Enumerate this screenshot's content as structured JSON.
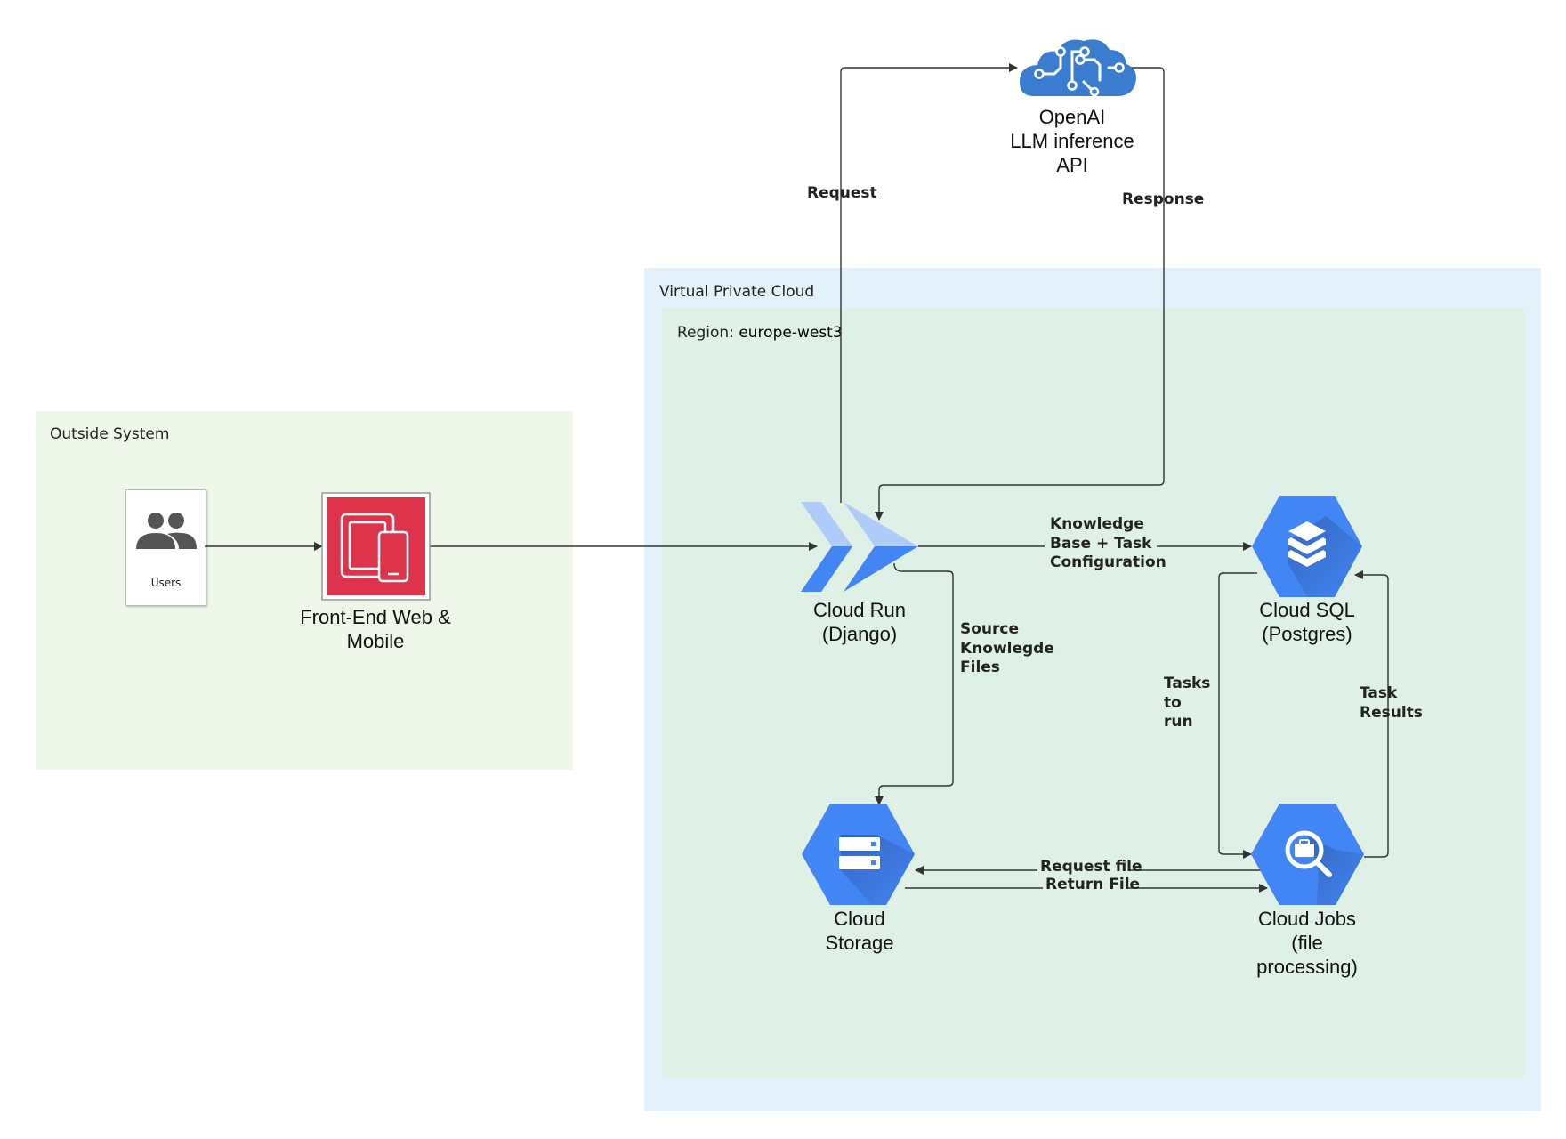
{
  "zones": {
    "outside": {
      "label": "Outside System",
      "color": "#eff6ea"
    },
    "vpc": {
      "label": "Virtual Private Cloud",
      "color": "#e3f1fb"
    },
    "region": {
      "label_prefix": "Region: ",
      "label_value": "europe-west3",
      "color": "#dff0e7"
    }
  },
  "nodes": {
    "users": {
      "label": "Users",
      "icon": "users-icon"
    },
    "frontend": {
      "line1": "Front-End Web &",
      "line2": "Mobile",
      "icon": "tablet-phone-icon",
      "color": "#dd344c"
    },
    "openai": {
      "line1": "OpenAI",
      "line2": "LLM inference",
      "line3": "API",
      "icon": "brain-circuit-cloud-icon",
      "color": "#3a7cd0"
    },
    "cloudrun": {
      "line1": "Cloud Run",
      "line2": "(Django)",
      "icon": "cloud-run-icon"
    },
    "cloudsql": {
      "line1": "Cloud SQL",
      "line2": "(Postgres)",
      "icon": "cloud-sql-icon"
    },
    "storage": {
      "line1": "Cloud",
      "line2": "Storage",
      "icon": "cloud-storage-icon"
    },
    "jobs": {
      "line1": "Cloud Jobs",
      "line2": "(file",
      "line3": "processing)",
      "icon": "cloud-jobs-icon"
    }
  },
  "edges": {
    "request": "Request",
    "response": "Response",
    "kb_config": {
      "line1": "Knowledge",
      "line2": "Base + Task",
      "line3": "Configuration"
    },
    "source_files": {
      "line1": "Source",
      "line2": "Knowlegde",
      "line3": "Files"
    },
    "tasks_to_run": {
      "line1": "Tasks",
      "line2": "to",
      "line3": "run"
    },
    "task_results": {
      "line1": "Task",
      "line2": "Results"
    },
    "request_file": "Request file",
    "return_file": "Return File"
  },
  "colors": {
    "gcp_blue": "#4285f4",
    "gcp_blue_dark": "#3367d6",
    "line": "#333333"
  }
}
